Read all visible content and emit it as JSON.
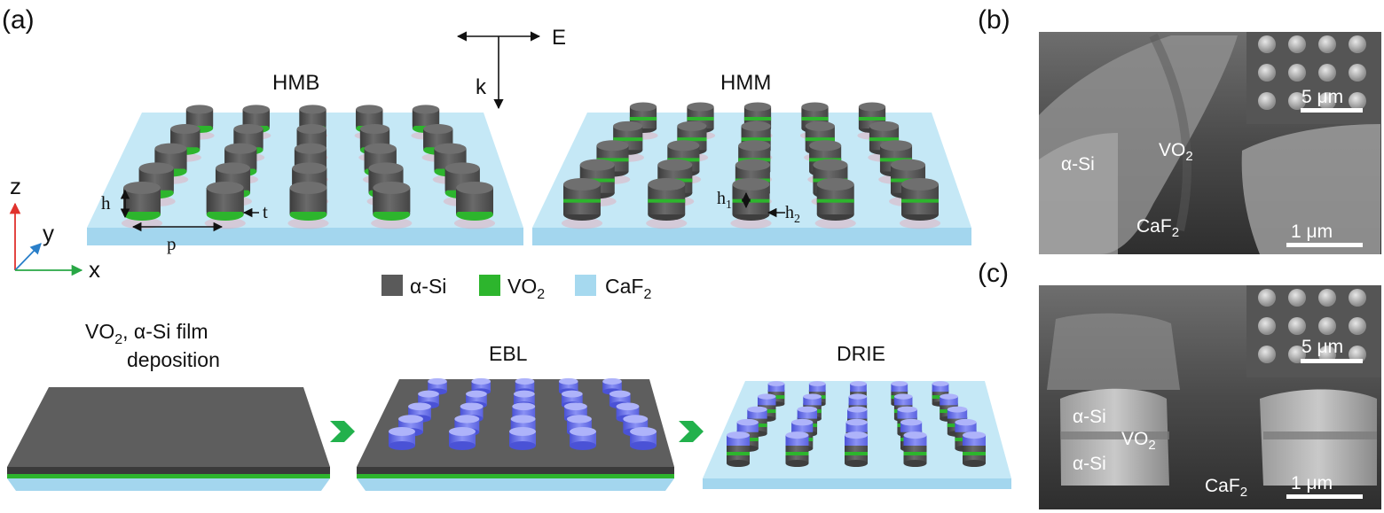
{
  "panel_a": {
    "label": "(a)",
    "polarization": {
      "e_label": "E",
      "k_label": "k"
    },
    "hmb": {
      "title": "HMB",
      "dims": {
        "h": "h",
        "t": "t",
        "p": "p"
      }
    },
    "hmm": {
      "title": "HMM",
      "dims": {
        "h1": "h",
        "h1_sub": "1",
        "h2": "h",
        "h2_sub": "2"
      }
    },
    "axes": {
      "z": "z",
      "y": "y",
      "x": "x"
    },
    "legend": {
      "si": "α-Si",
      "vo2": "VO",
      "vo2_sub": "2",
      "caf2": "CaF",
      "caf2_sub": "2",
      "colors": {
        "si": "#5a5a5a",
        "vo2": "#2db52d",
        "caf2": "#a6d9ef"
      }
    },
    "process": {
      "step1_line1_a": "VO",
      "step1_line1_sub": "2",
      "step1_line1_b": ", α-Si film",
      "step1_line2": "deposition",
      "step2": "EBL",
      "step3": "DRIE",
      "arrow_color": "#22b14c",
      "resist_color": "#5b63e6"
    }
  },
  "panel_b": {
    "label": "(b)",
    "si": "α-Si",
    "vo2": "VO",
    "vo2_sub": "2",
    "caf2": "CaF",
    "caf2_sub": "2",
    "scale_main": "1 μm",
    "scale_inset": "5 μm"
  },
  "panel_c": {
    "label": "(c)",
    "si_top": "α-Si",
    "vo2": "VO",
    "vo2_sub": "2",
    "si_bottom": "α-Si",
    "caf2": "CaF",
    "caf2_sub": "2",
    "scale_main": "1 μm",
    "scale_inset": "5 μm"
  }
}
